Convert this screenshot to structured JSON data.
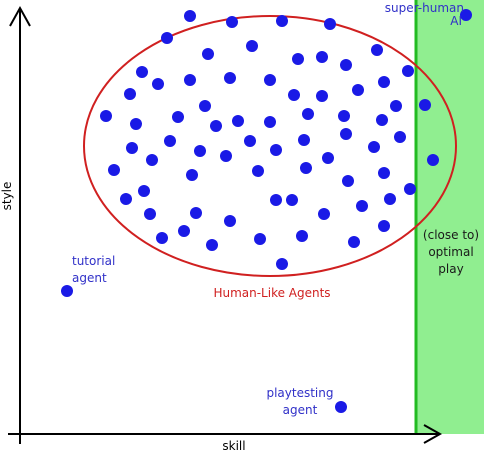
{
  "axes": {
    "x_label": "skill",
    "y_label": "style"
  },
  "regions": {
    "human_like": {
      "label": "Human-Like Agents",
      "color": "#d02020"
    },
    "optimal": {
      "label_lines": [
        "(close to)",
        "optimal",
        "play"
      ],
      "fill": "#90ee90",
      "edge": "#22bb22"
    }
  },
  "agents": {
    "super_human": {
      "label_lines": [
        "super-human",
        "AI"
      ]
    },
    "tutorial": {
      "label_lines": [
        "tutorial",
        "agent"
      ]
    },
    "playtesting": {
      "label_lines": [
        "playtesting",
        "agent"
      ]
    }
  },
  "colors": {
    "dot": "#1a1ae6",
    "axis": "#000000",
    "label_text": "#3030c8"
  }
}
